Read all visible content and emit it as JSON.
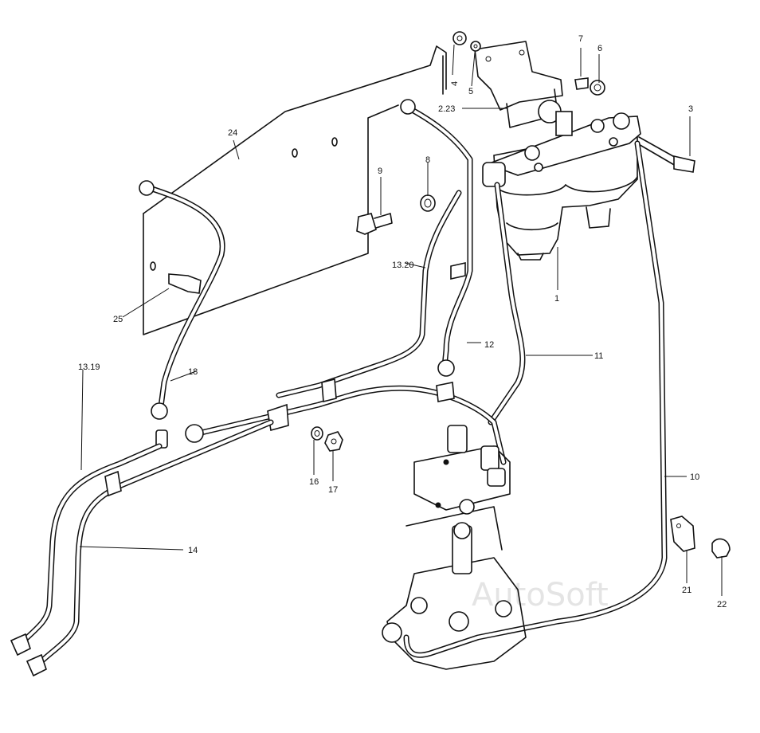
{
  "callouts": [
    {
      "id": "c1",
      "label": "1"
    },
    {
      "id": "c3",
      "label": "3"
    },
    {
      "id": "c4",
      "label": "4"
    },
    {
      "id": "c5",
      "label": "5"
    },
    {
      "id": "c6",
      "label": "6"
    },
    {
      "id": "c7",
      "label": "7"
    },
    {
      "id": "c8",
      "label": "8"
    },
    {
      "id": "c9",
      "label": "9"
    },
    {
      "id": "c10",
      "label": "10"
    },
    {
      "id": "c11",
      "label": "11"
    },
    {
      "id": "c12",
      "label": "12"
    },
    {
      "id": "c13_19",
      "label": "13.19"
    },
    {
      "id": "c13_20",
      "label": "13.20"
    },
    {
      "id": "c14",
      "label": "14"
    },
    {
      "id": "c16",
      "label": "16"
    },
    {
      "id": "c17",
      "label": "17"
    },
    {
      "id": "c18",
      "label": "18"
    },
    {
      "id": "c21",
      "label": "21"
    },
    {
      "id": "c22",
      "label": "22"
    },
    {
      "id": "c223",
      "label": "2.23"
    },
    {
      "id": "c24",
      "label": "24"
    },
    {
      "id": "c25",
      "label": "25"
    }
  ],
  "watermark": "AutoSoft",
  "stroke_color": "#111111",
  "background_color": "#ffffff"
}
